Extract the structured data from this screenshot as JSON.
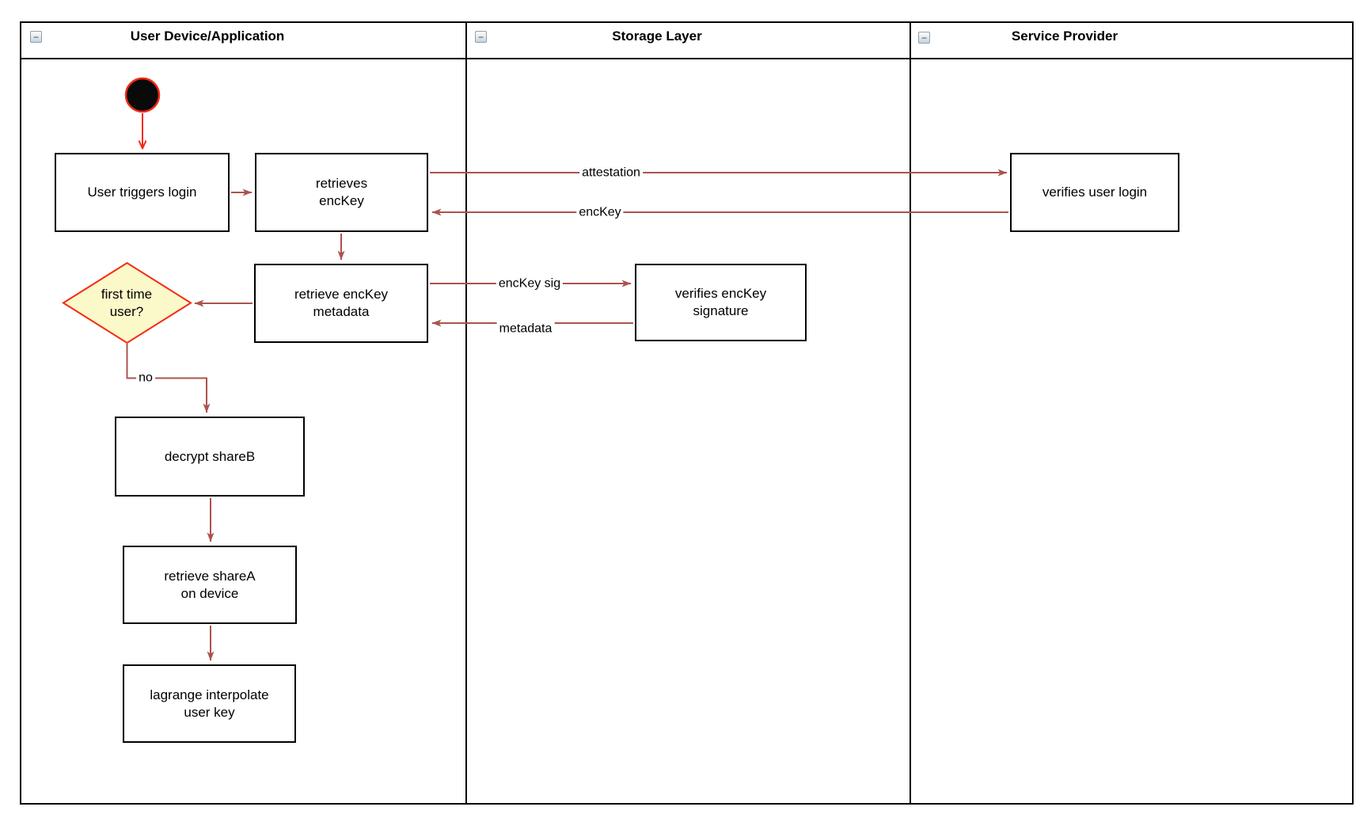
{
  "colors": {
    "node_border": "#000000",
    "connector": "#AA544E",
    "accent": "#F42A13",
    "decision_fill": "#FBF8C9",
    "start_fill": "#0A0A0A",
    "canvas": "#FFFFFF"
  },
  "icons": {
    "collapse_glyph": "−"
  },
  "lanes": [
    {
      "title": "User Device/Application"
    },
    {
      "title": "Storage Layer"
    },
    {
      "title": "Service Provider"
    }
  ],
  "nodes": {
    "user_triggers_login": {
      "label": "User triggers login"
    },
    "retrieves_enckey": {
      "label": "retrieves\nencKey"
    },
    "retrieve_enckey_metadata": {
      "label": "retrieve encKey\nmetadata"
    },
    "first_time_user": {
      "label": "first time\nuser?"
    },
    "decrypt_shareb": {
      "label": "decrypt shareB"
    },
    "retrieve_sharea": {
      "label": "retrieve shareA\non device"
    },
    "lagrange_interpolate": {
      "label": "lagrange interpolate\nuser key"
    },
    "verifies_enckey_signature": {
      "label": "verifies encKey\nsignature"
    },
    "verifies_user_login": {
      "label": "verifies user login"
    }
  },
  "edge_labels": {
    "attestation": "attestation",
    "enckey": "encKey",
    "enckey_sig": "encKey sig",
    "metadata": "metadata",
    "no": "no"
  }
}
